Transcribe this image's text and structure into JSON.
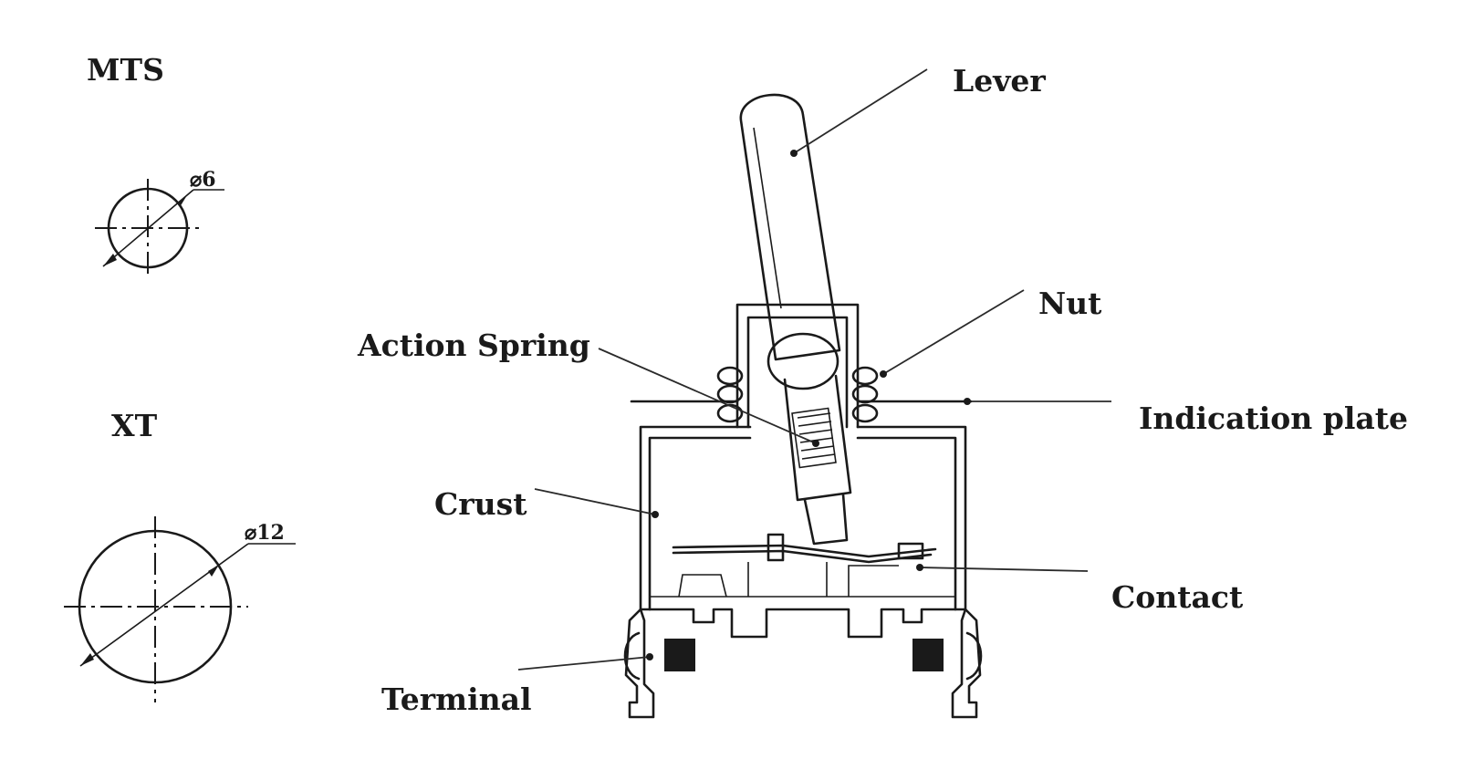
{
  "series_labels": {
    "mts": "MTS",
    "xt": "XT"
  },
  "dimensions": {
    "mts_diameter": "⌀6",
    "xt_diameter": "⌀12"
  },
  "parts": {
    "lever": "Lever",
    "nut": "Nut",
    "action_spring": "Action Spring",
    "indication_plate": "Indication plate",
    "crust": "Crust",
    "contact": "Contact",
    "terminal": "Terminal"
  }
}
